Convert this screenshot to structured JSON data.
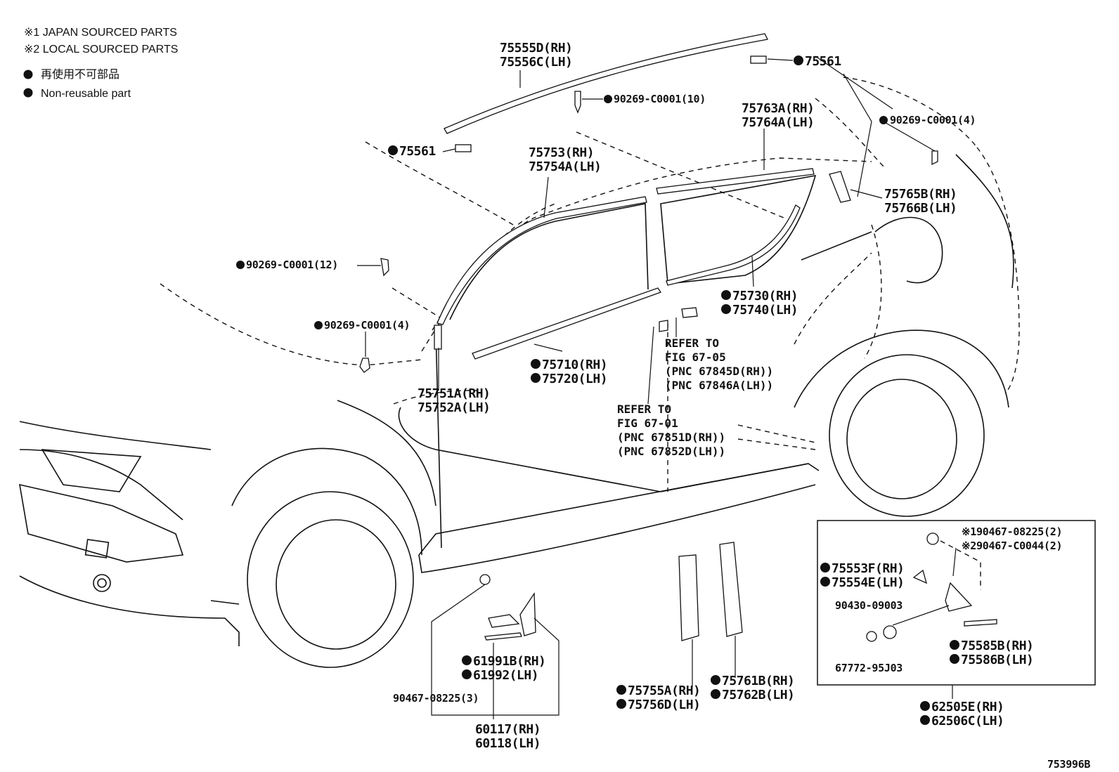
{
  "notes": {
    "japan": "※1 JAPAN SOURCED PARTS",
    "local": "※2 LOCAL SOURCED PARTS",
    "nonreusable_jp": "再使用不可部品",
    "nonreusable_en": "Non-reusable part"
  },
  "callouts": {
    "p75555_rh": "75555D(RH)",
    "p75556_lh": "75556C(LH)",
    "p75561_top": "75561",
    "p75561_left": "75561",
    "clip10": "90269-C0001(10)",
    "clip4_rear": "90269-C0001(4)",
    "p75763_rh": "75763A(RH)",
    "p75764_lh": "75764A(LH)",
    "p75753_rh": "75753(RH)",
    "p75754_lh": "75754A(LH)",
    "p75765_rh": "75765B(RH)",
    "p75766_lh": "75766B(LH)",
    "clip12": "90269-C0001(12)",
    "clip4_front": "90269-C0001(4)",
    "p75730_rh": "75730(RH)",
    "p75740_lh": "75740(LH)",
    "p75710_rh": "75710(RH)",
    "p75720_lh": "75720(LH)",
    "p75751_rh": "75751A(RH)",
    "p75752_lh": "75752A(LH)",
    "ref1_l1": "REFER TO",
    "ref1_l2": "FIG 67-05",
    "ref1_l3": "(PNC 67845D(RH))",
    "ref1_l4": "(PNC 67846A(LH))",
    "ref2_l1": "REFER TO",
    "ref2_l2": "FIG 67-01",
    "ref2_l3": "(PNC 67851D(RH))",
    "ref2_l4": "(PNC 67852D(LH))",
    "s1_90467": "※190467-08225(2)",
    "s2_90467": "※290467-C0044(2)",
    "p75553_rh": "75553F(RH)",
    "p75554_lh": "75554E(LH)",
    "p90430": "90430-09003",
    "p75585_rh": "75585B(RH)",
    "p75586_lh": "75586B(LH)",
    "p67772": "67772-95J03",
    "p62505_rh": "62505E(RH)",
    "p62506_lh": "62506C(LH)",
    "p61991_rh": "61991B(RH)",
    "p61992_lh": "61992(LH)",
    "p90467_3": "90467-08225(3)",
    "p60117_rh": "60117(RH)",
    "p60118_lh": "60118(LH)",
    "p75755_rh": "75755A(RH)",
    "p75756_lh": "75756D(LH)",
    "p75761_rh": "75761B(RH)",
    "p75762_lh": "75762B(LH)",
    "figure_id": "753996B"
  }
}
